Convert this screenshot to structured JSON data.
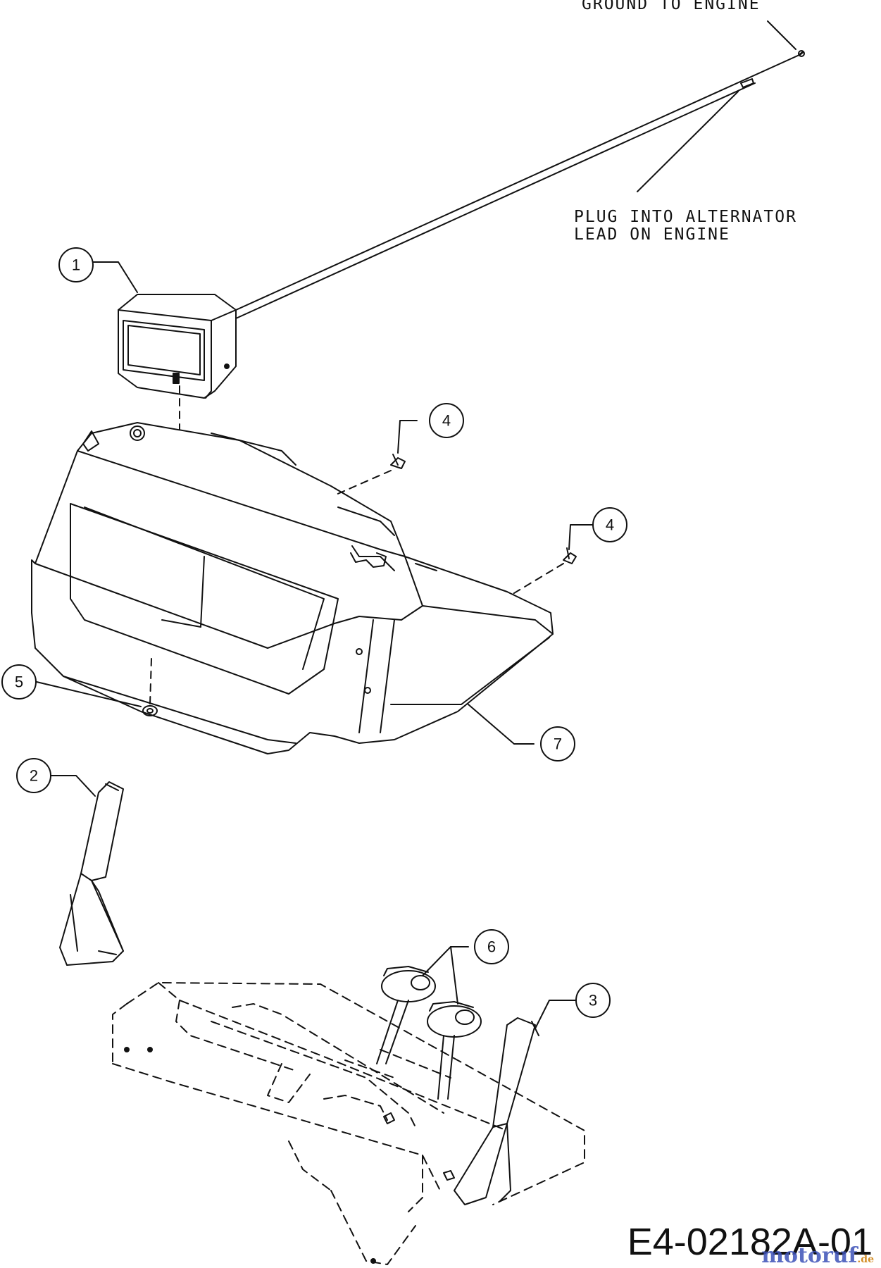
{
  "notes": {
    "ground": "GROUND TO ENGINE",
    "plug_line1": "PLUG INTO ALTERNATOR",
    "plug_line2": "LEAD ON ENGINE"
  },
  "callouts": [
    "1",
    "2",
    "3",
    "4",
    "4",
    "5",
    "6",
    "7"
  ],
  "drawing_number": "E4-02182A-01",
  "watermark": "motoruf",
  "watermark_suffix": ".de",
  "colors": {
    "line": "#111111",
    "watermark": "#3d52b8"
  }
}
